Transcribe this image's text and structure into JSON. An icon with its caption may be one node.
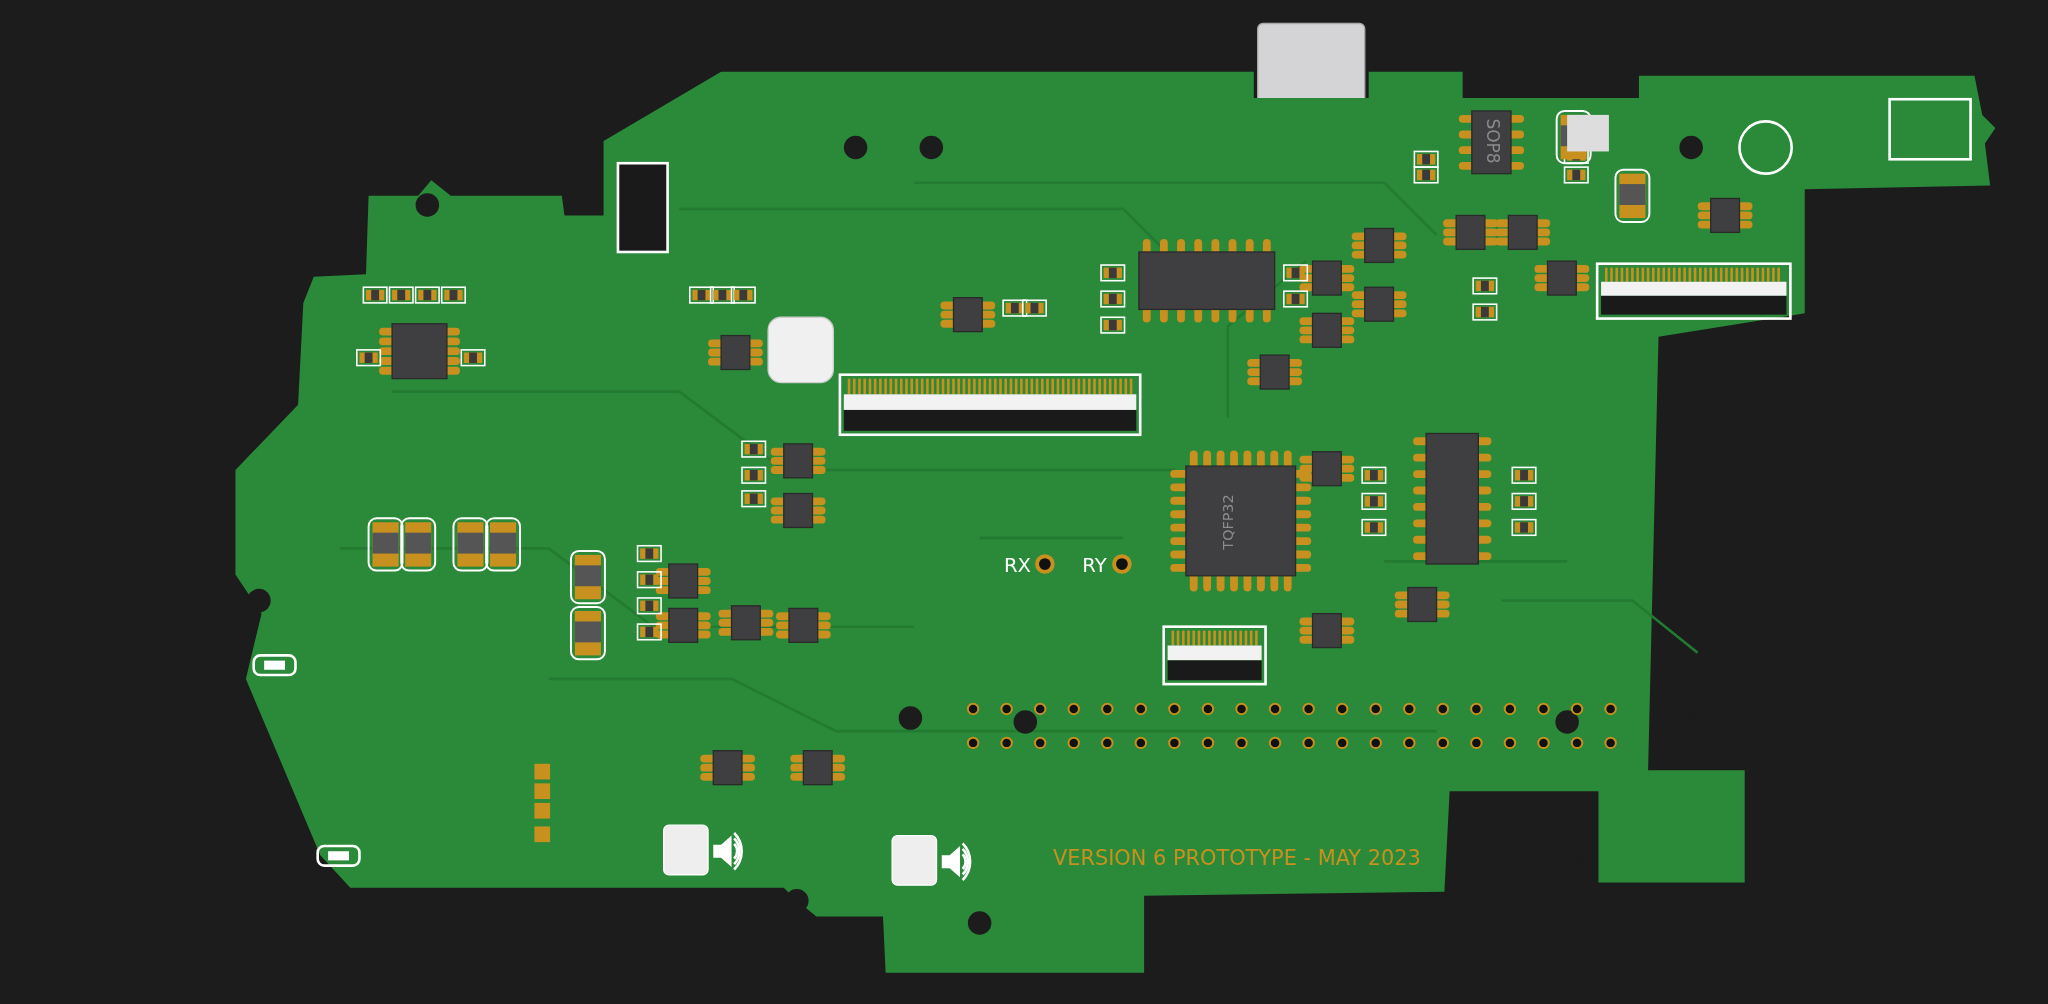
{
  "diagram": {
    "labels": [
      "SOP8",
      "TQFP32",
      "RX",
      "RY",
      "VERSION 6 PROTOTYPE - MAY 2023"
    ]
  }
}
